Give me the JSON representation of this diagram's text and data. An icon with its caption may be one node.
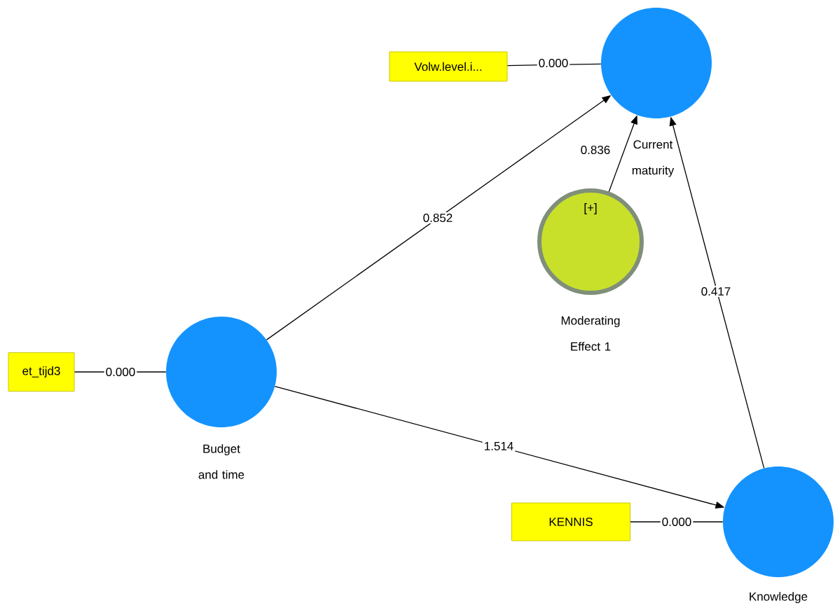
{
  "diagram": {
    "nodes": [
      {
        "text": [
          "Current maturity"
        ]
      },
      {
        "text": [
          "Volw.level.i..."
        ]
      },
      {
        "text": [
          "[+]",
          "Moderating Effect 1"
        ]
      },
      {
        "text": [
          "Budget and time"
        ]
      },
      {
        "text": [
          "et_tijd3"
        ]
      },
      {
        "text": [
          "Knowledge"
        ]
      },
      {
        "text": [
          "KENNIS"
        ]
      }
    ],
    "edges": [
      {
        "from": 1,
        "to": 0,
        "arrow": "none",
        "label": "0.000"
      },
      {
        "from": 3,
        "to": 0,
        "arrow": "to",
        "label": "0.852"
      },
      {
        "from": 2,
        "to": 0,
        "arrow": "to",
        "label": "0.836"
      },
      {
        "from": 5,
        "to": 0,
        "arrow": "to",
        "label": "0.417"
      },
      {
        "from": 4,
        "to": 3,
        "arrow": "none",
        "label": "0.000"
      },
      {
        "from": 3,
        "to": 5,
        "arrow": "to",
        "label": "1.514"
      },
      {
        "from": 6,
        "to": 5,
        "arrow": "none",
        "label": "0.000"
      }
    ]
  }
}
